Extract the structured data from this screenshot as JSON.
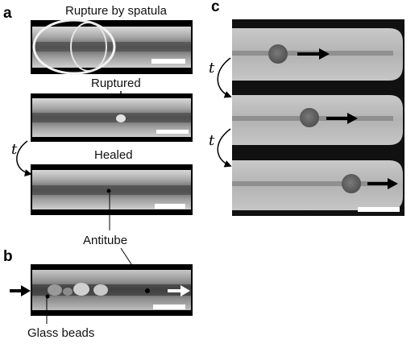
{
  "panel_letters": {
    "a": "a",
    "b": "b",
    "c": "c"
  },
  "panel_a": {
    "rupture_label": "Rupture by spatula",
    "ruptured_label": "Ruptured",
    "healed_label": "Healed",
    "time_label": "t"
  },
  "panel_b": {
    "antitube_label": "Antitube",
    "glass_beads_label": "Glass beads"
  },
  "panel_c": {
    "time_label_1": "t",
    "time_label_2": "t"
  }
}
